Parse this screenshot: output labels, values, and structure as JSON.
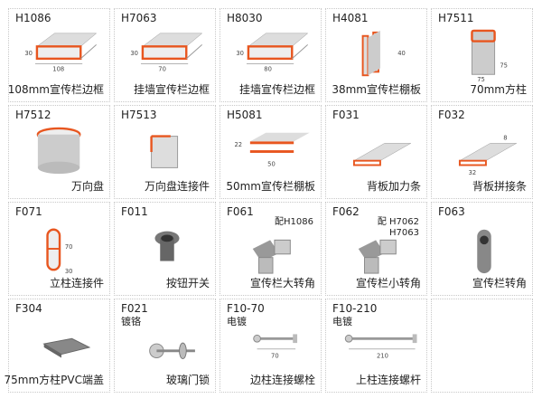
{
  "accent": "#e8561f",
  "items": [
    {
      "code": "H1086",
      "name": "108mm宣传栏边框",
      "dims": [
        "30",
        "108"
      ],
      "kind": "frame"
    },
    {
      "code": "H7063",
      "name": "挂墙宣传栏边框",
      "dims": [
        "30",
        "70"
      ],
      "kind": "frame"
    },
    {
      "code": "H8030",
      "name": "挂墙宣传栏边框",
      "dims": [
        "30",
        "80"
      ],
      "kind": "frame"
    },
    {
      "code": "H4081",
      "name": "38mm宣传栏棚板",
      "dims": [
        "40"
      ],
      "kind": "shelf"
    },
    {
      "code": "H7511",
      "name": "70mm方柱",
      "dims": [
        "75",
        "75"
      ],
      "kind": "post"
    },
    {
      "code": "H7512",
      "name": "万向盘",
      "dims": [],
      "kind": "round"
    },
    {
      "code": "H7513",
      "name": "万向盘连接件",
      "dims": [],
      "kind": "connector"
    },
    {
      "code": "H5081",
      "name": "50mm宣传栏棚板",
      "dims": [
        "22",
        "50"
      ],
      "kind": "shelf2"
    },
    {
      "code": "F031",
      "name": "背板加力条",
      "dims": [],
      "kind": "strip"
    },
    {
      "code": "F032",
      "name": "背板拼接条",
      "dims": [
        "8",
        "32"
      ],
      "kind": "strip"
    },
    {
      "code": "F071",
      "name": "立柱连接件",
      "dims": [
        "70",
        "30"
      ],
      "kind": "column"
    },
    {
      "code": "F011",
      "name": "按钮开关",
      "dims": [],
      "kind": "button"
    },
    {
      "code": "F061",
      "name": "宣传栏大转角",
      "note": "配H1086",
      "dims": [],
      "kind": "corner"
    },
    {
      "code": "F062",
      "name": "宣传栏小转角",
      "note": "配 H7062\nH7063",
      "dims": [],
      "kind": "corner"
    },
    {
      "code": "F063",
      "name": "宣传栏转角",
      "dims": [],
      "kind": "corner2"
    },
    {
      "code": "F304",
      "name": "75mm方柱PVC端盖",
      "dims": [],
      "kind": "cap"
    },
    {
      "code": "F021",
      "sub": "镀铬",
      "name": "玻璃门锁",
      "dims": [],
      "kind": "lock"
    },
    {
      "code": "F10-70",
      "sub": "电镀",
      "name": "边柱连接螺栓",
      "dims": [
        "70"
      ],
      "kind": "bolt"
    },
    {
      "code": "F10-210",
      "sub": "电镀",
      "name": "上柱连接螺杆",
      "dims": [
        "210"
      ],
      "kind": "bolt"
    },
    {
      "code": "",
      "name": "",
      "dims": [],
      "kind": "empty"
    }
  ]
}
